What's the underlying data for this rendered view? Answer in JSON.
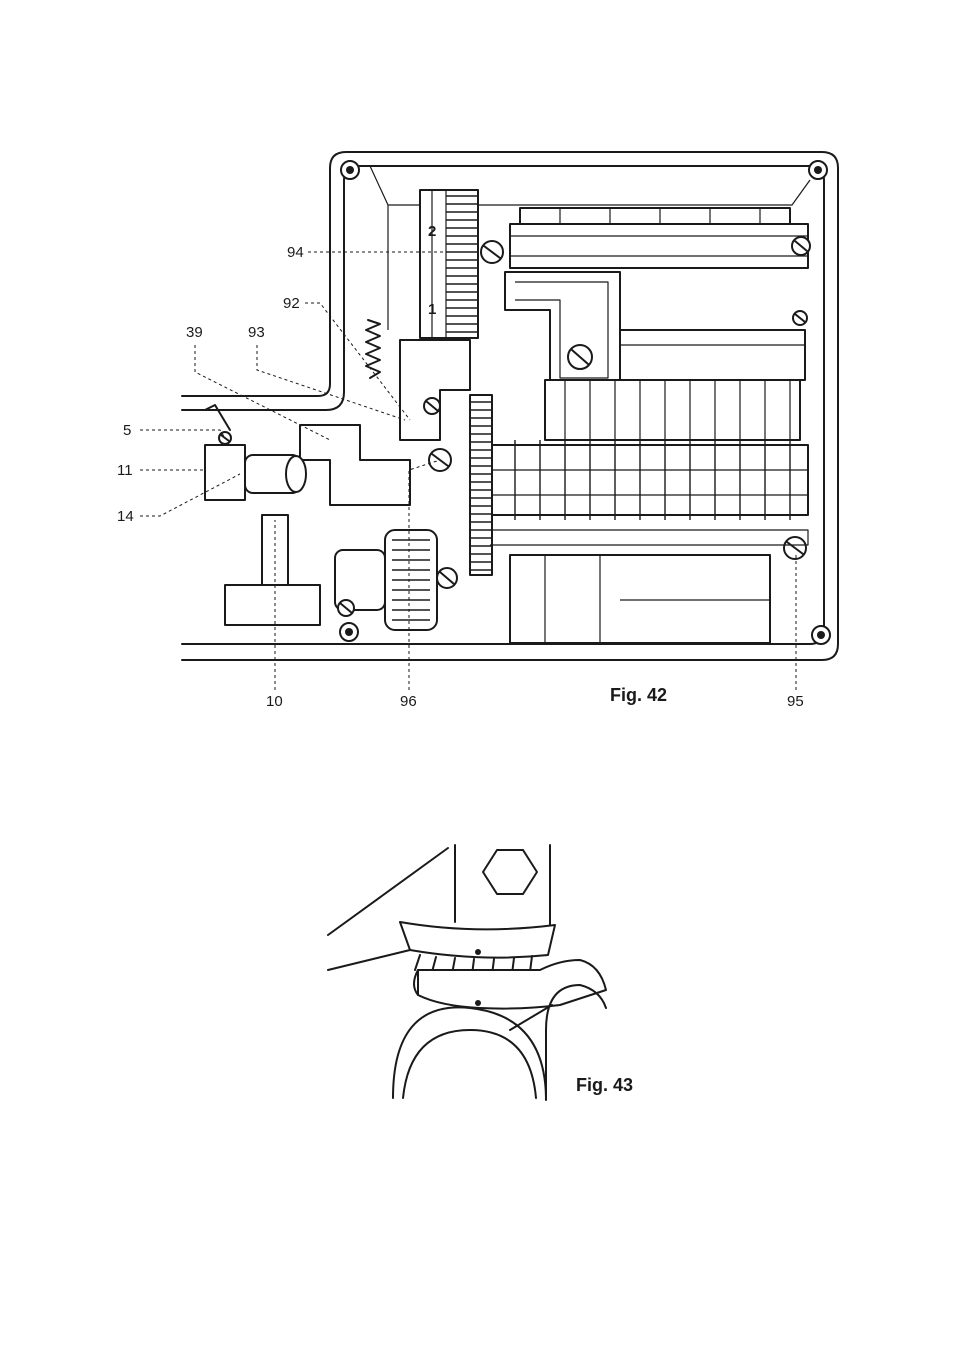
{
  "figures": [
    {
      "id": "fig42",
      "caption": "Fig. 42",
      "callouts": [
        "94",
        "92",
        "39",
        "93",
        "5",
        "11",
        "14",
        "10",
        "96",
        "95"
      ],
      "dial_marks": [
        "2",
        "1"
      ]
    },
    {
      "id": "fig43",
      "caption": "Fig. 43"
    }
  ]
}
